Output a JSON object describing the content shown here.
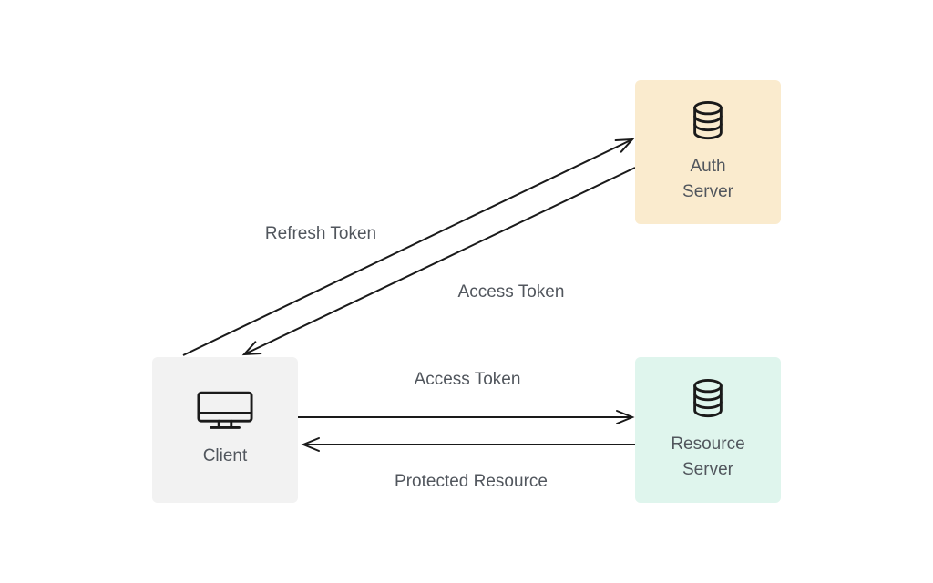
{
  "diagram": {
    "type": "flow-diagram",
    "background": "#ffffff",
    "nodes": {
      "auth_server": {
        "label": "Auth Server",
        "lines": [
          "Auth",
          "Server"
        ],
        "icon": "database-icon",
        "bg_color": "#faebce"
      },
      "client": {
        "label": "Client",
        "lines": [
          "Client"
        ],
        "icon": "monitor-icon",
        "bg_color": "#f2f2f2"
      },
      "resource_server": {
        "label": "Resource Server",
        "lines": [
          "Resource",
          "Server"
        ],
        "icon": "database-icon",
        "bg_color": "#dff5ed"
      }
    },
    "edges": [
      {
        "label": "Refresh Token",
        "from": "client",
        "to": "auth_server"
      },
      {
        "label": "Access Token",
        "from": "auth_server",
        "to": "client"
      },
      {
        "label": "Access Token",
        "from": "client",
        "to": "resource_server"
      },
      {
        "label": "Protected Resource",
        "from": "resource_server",
        "to": "client"
      }
    ],
    "colors": {
      "line": "#1a1a1a",
      "icon_stroke": "#1a1a1a",
      "label_text": "#51565d",
      "auth_bg": "#faebce",
      "client_bg": "#f2f2f2",
      "resource_bg": "#dff5ed"
    }
  }
}
